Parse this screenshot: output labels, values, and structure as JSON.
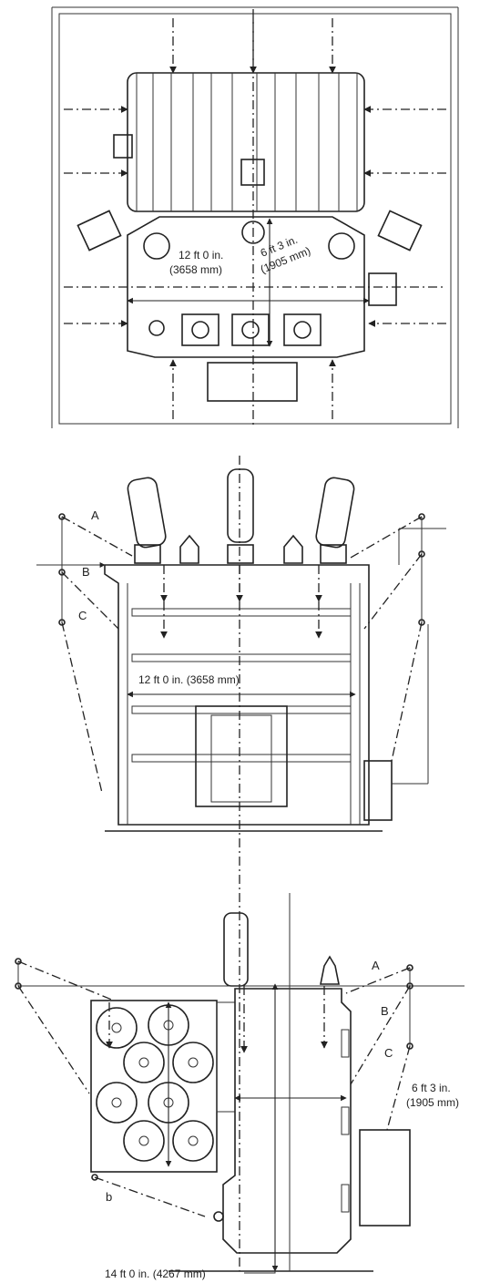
{
  "top_view": {
    "dim_width": "12 ft 0 in.",
    "dim_width_metric": "(3658 mm)",
    "dim_depth": "6 ft 3 in.",
    "dim_depth_metric": "(1905 mm)"
  },
  "front_view": {
    "label_a": "A",
    "label_b": "B",
    "label_c": "C",
    "dim_width": "12 ft 0 in. (3658 mm)"
  },
  "side_view": {
    "label_a": "A",
    "label_b": "B",
    "label_c": "C",
    "label_b_small": "b",
    "dim_depth": "6 ft 3 in.",
    "dim_depth_metric": "(1905 mm)",
    "dim_height": "14 ft 0 in. (4267 mm)"
  }
}
